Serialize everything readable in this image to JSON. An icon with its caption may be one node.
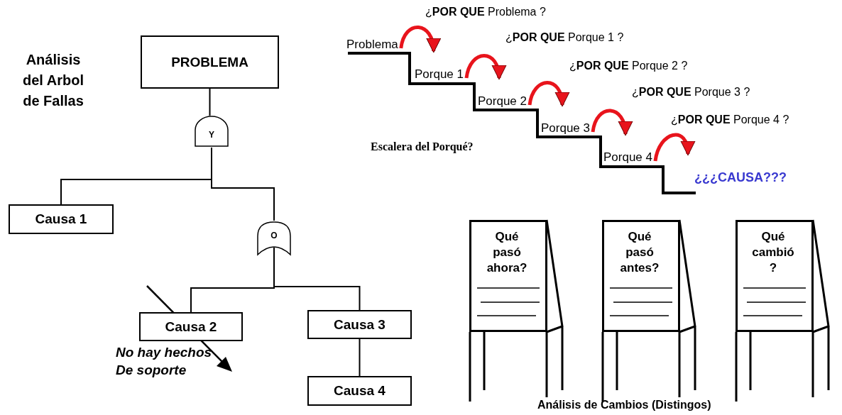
{
  "diagram": {
    "nodes": [
      {
        "text": [
          "PROBLEMA"
        ]
      },
      {
        "text": [
          "Y"
        ]
      },
      {
        "text": [
          "Causa 1"
        ]
      },
      {
        "text": [
          "O"
        ]
      },
      {
        "text": [
          "Causa 2"
        ],
        "beside": [
          "No hay hechos De soporte"
        ]
      },
      {
        "text": [
          "Causa 3"
        ]
      },
      {
        "text": [
          "Causa 4"
        ]
      },
      {
        "text": [
          "Problema"
        ]
      },
      {
        "text": [
          "Porque 1"
        ]
      },
      {
        "text": [
          "Porque 2"
        ]
      },
      {
        "text": [
          "Porque 3"
        ]
      },
      {
        "text": [
          "Porque 4"
        ]
      },
      {
        "text": [
          "¿¿¿CAUSA???"
        ]
      },
      {
        "text": [
          "Qué pasó ahora?"
        ]
      },
      {
        "text": [
          "Qué pasó antes?"
        ]
      },
      {
        "text": [
          "Qué cambió ?"
        ]
      }
    ],
    "edges": [
      {
        "from": 0,
        "to": 1,
        "arrow": "none"
      },
      {
        "from": 1,
        "to": 2,
        "arrow": "none"
      },
      {
        "from": 1,
        "to": 3,
        "arrow": "none"
      },
      {
        "from": 3,
        "to": 4,
        "arrow": "none"
      },
      {
        "from": 3,
        "to": 5,
        "arrow": "none"
      },
      {
        "from": 5,
        "to": 6,
        "arrow": "none"
      },
      {
        "from": 7,
        "to": 8,
        "arrow": "to",
        "label": "¿**POR QUE** Problema ?",
        "style": "thick",
        "color": "#e8141c"
      },
      {
        "from": 8,
        "to": 9,
        "arrow": "to",
        "label": "¿**POR QUE** Porque 1 ?",
        "style": "thick",
        "color": "#e8141c"
      },
      {
        "from": 9,
        "to": 10,
        "arrow": "to",
        "label": "¿**POR QUE** Porque 2 ?",
        "style": "thick",
        "color": "#e8141c"
      },
      {
        "from": 10,
        "to": 11,
        "arrow": "to",
        "label": "¿**POR QUE** Porque 3 ?",
        "style": "thick",
        "color": "#e8141c"
      },
      {
        "from": 11,
        "to": 12,
        "arrow": "to",
        "label": "¿**POR QUE** Porque 4 ?",
        "style": "thick",
        "color": "#e8141c"
      }
    ],
    "labels": [
      "Análisis del Arbol de Fallas",
      "Escalera del Porqué?",
      "Análisis de Cambios (Distingos)"
    ]
  }
}
